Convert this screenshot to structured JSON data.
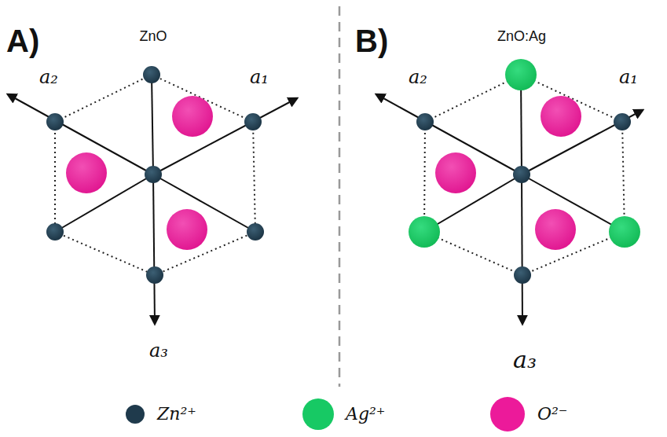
{
  "diagram": {
    "labels": [
      "A)",
      "ZnO",
      "a₂",
      "a₁",
      "a₃",
      "B)",
      "ZnO:Ag",
      "a₂",
      "a₁",
      "a₃"
    ],
    "legend": [
      {
        "text": "Zn²⁺",
        "color": "#1f3a4c"
      },
      {
        "text": "Ag²⁺",
        "color": "#17c964"
      },
      {
        "text": "O²⁻",
        "color": "#ec1a9a"
      }
    ]
  }
}
